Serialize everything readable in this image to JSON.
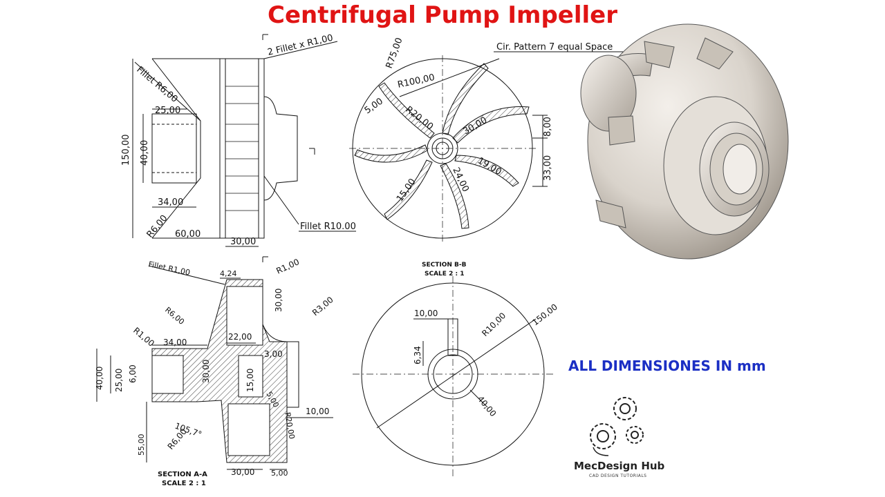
{
  "title": "Centrifugal Pump Impeller",
  "units_note": "ALL DIMENSIONES IN mm",
  "brand": {
    "name": "MecDesign Hub",
    "tagline": "CAD DESIGN TUTORIALS"
  },
  "colors": {
    "title": "#e01414",
    "units_note": "#1b2fc4",
    "line": "#111111",
    "hatch": "#333333"
  },
  "side_view": {
    "dims": [
      "Fillet R6,00",
      "25,00",
      "40,00",
      "150,00",
      "34,00",
      "R6,00",
      "60,00",
      "30,00",
      "2 Fillet x R1,00",
      "Fillet R10.00"
    ]
  },
  "front_view": {
    "dims": [
      "Cir. Pattern 7 equal Space",
      "R75,00",
      "R100,00",
      "5,00",
      "R20,00",
      "30,00",
      "8,00",
      "19,00",
      "33,00",
      "24,00",
      "15,00"
    ]
  },
  "section_aa": {
    "title": "SECTION A-A",
    "scale": "SCALE 2 : 1",
    "dims": [
      "Fillet R1,00",
      "4,24",
      "R1,00",
      "R6,00",
      "30,00",
      "R3,00",
      "R1,00",
      "34,00",
      "22,00",
      "40,00",
      "25,00",
      "6,00",
      "30,00",
      "3,00",
      "15,00",
      "5,00",
      "10,00",
      "R20,00",
      "105,7°",
      "R6,00",
      "55,00",
      "30,00",
      "5,00"
    ]
  },
  "section_bb": {
    "title": "SECTION B-B",
    "scale": "SCALE 2 : 1",
    "dims": [
      "10,00",
      "R10,00",
      "150,00",
      "6,34",
      "40,00"
    ]
  }
}
